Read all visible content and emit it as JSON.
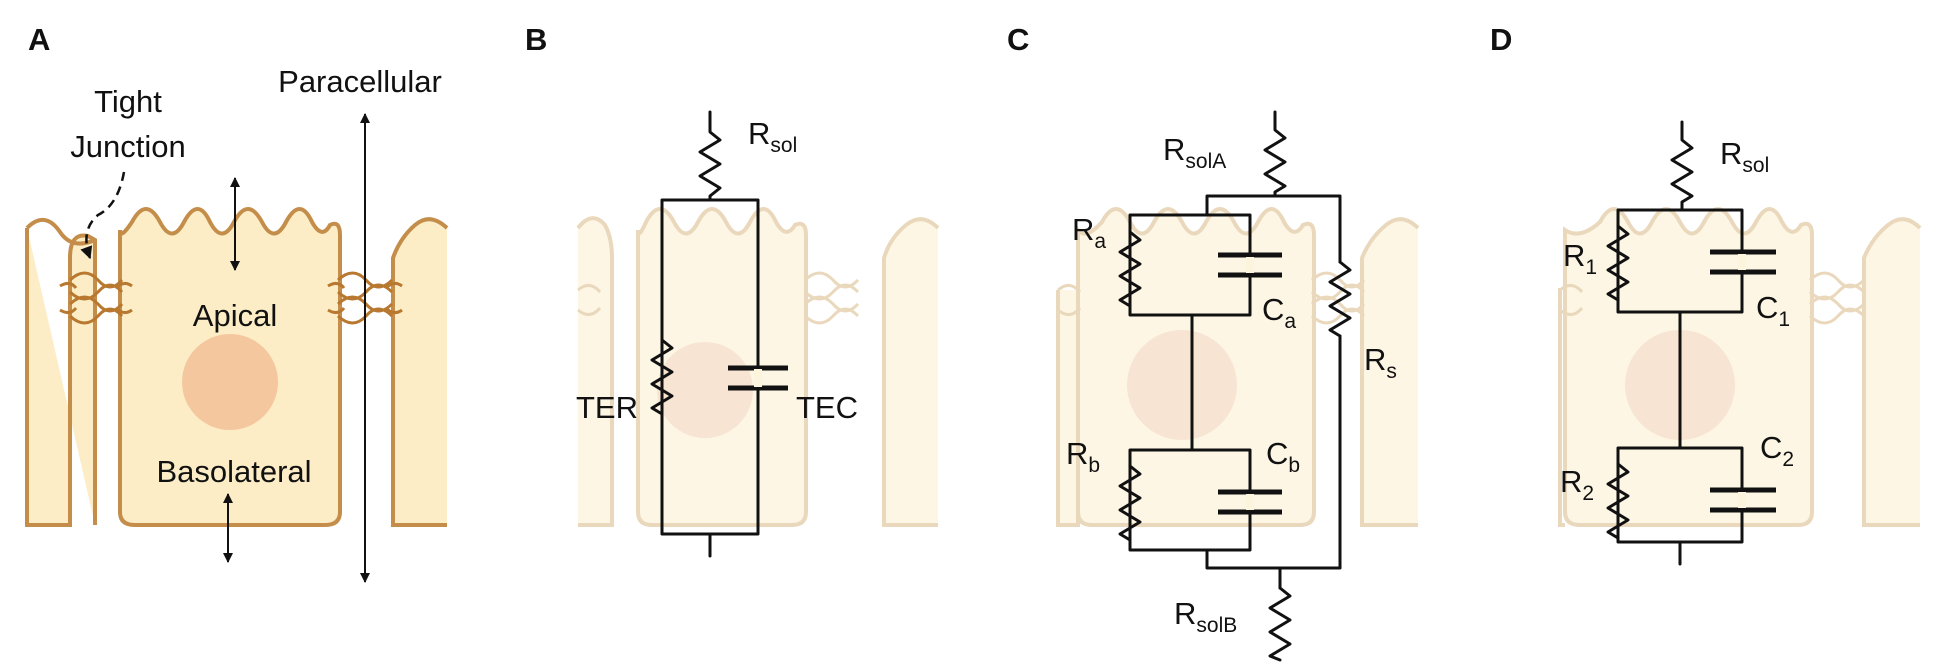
{
  "colors": {
    "cell_fill": "#fcedc6",
    "cell_fill_faded": "#fdf4dd",
    "cell_stroke": "#c48d4a",
    "cell_stroke_faded": "#e3cba6",
    "nucleus": "#f5c79f",
    "nucleus_faded": "#f6dcc4",
    "junction": "#b8782f",
    "ink": "#111111"
  },
  "panels": [
    {
      "letter": "A"
    },
    {
      "letter": "B"
    },
    {
      "letter": "C"
    },
    {
      "letter": "D"
    }
  ],
  "panel_a": {
    "tight_junction_line1": "Tight",
    "tight_junction_line2": "Junction",
    "paracellular": "Paracellular",
    "apical": "Apical",
    "basolateral": "Basolateral"
  },
  "panel_b": {
    "rsol_main": "R",
    "rsol_sub": "sol",
    "ter": "TER",
    "tec": "TEC"
  },
  "panel_c": {
    "rsola_main": "R",
    "rsola_sub": "solA",
    "ra_main": "R",
    "ra_sub": "a",
    "ca_main": "C",
    "ca_sub": "a",
    "rs_main": "R",
    "rs_sub": "s",
    "rb_main": "R",
    "rb_sub": "b",
    "cb_main": "C",
    "cb_sub": "b",
    "rsolb_main": "R",
    "rsolb_sub": "solB"
  },
  "panel_d": {
    "rsol_main": "R",
    "rsol_sub": "sol",
    "r1_main": "R",
    "r1_sub": "1",
    "c1_main": "C",
    "c1_sub": "1",
    "r2_main": "R",
    "r2_sub": "2",
    "c2_main": "C",
    "c2_sub": "2"
  }
}
